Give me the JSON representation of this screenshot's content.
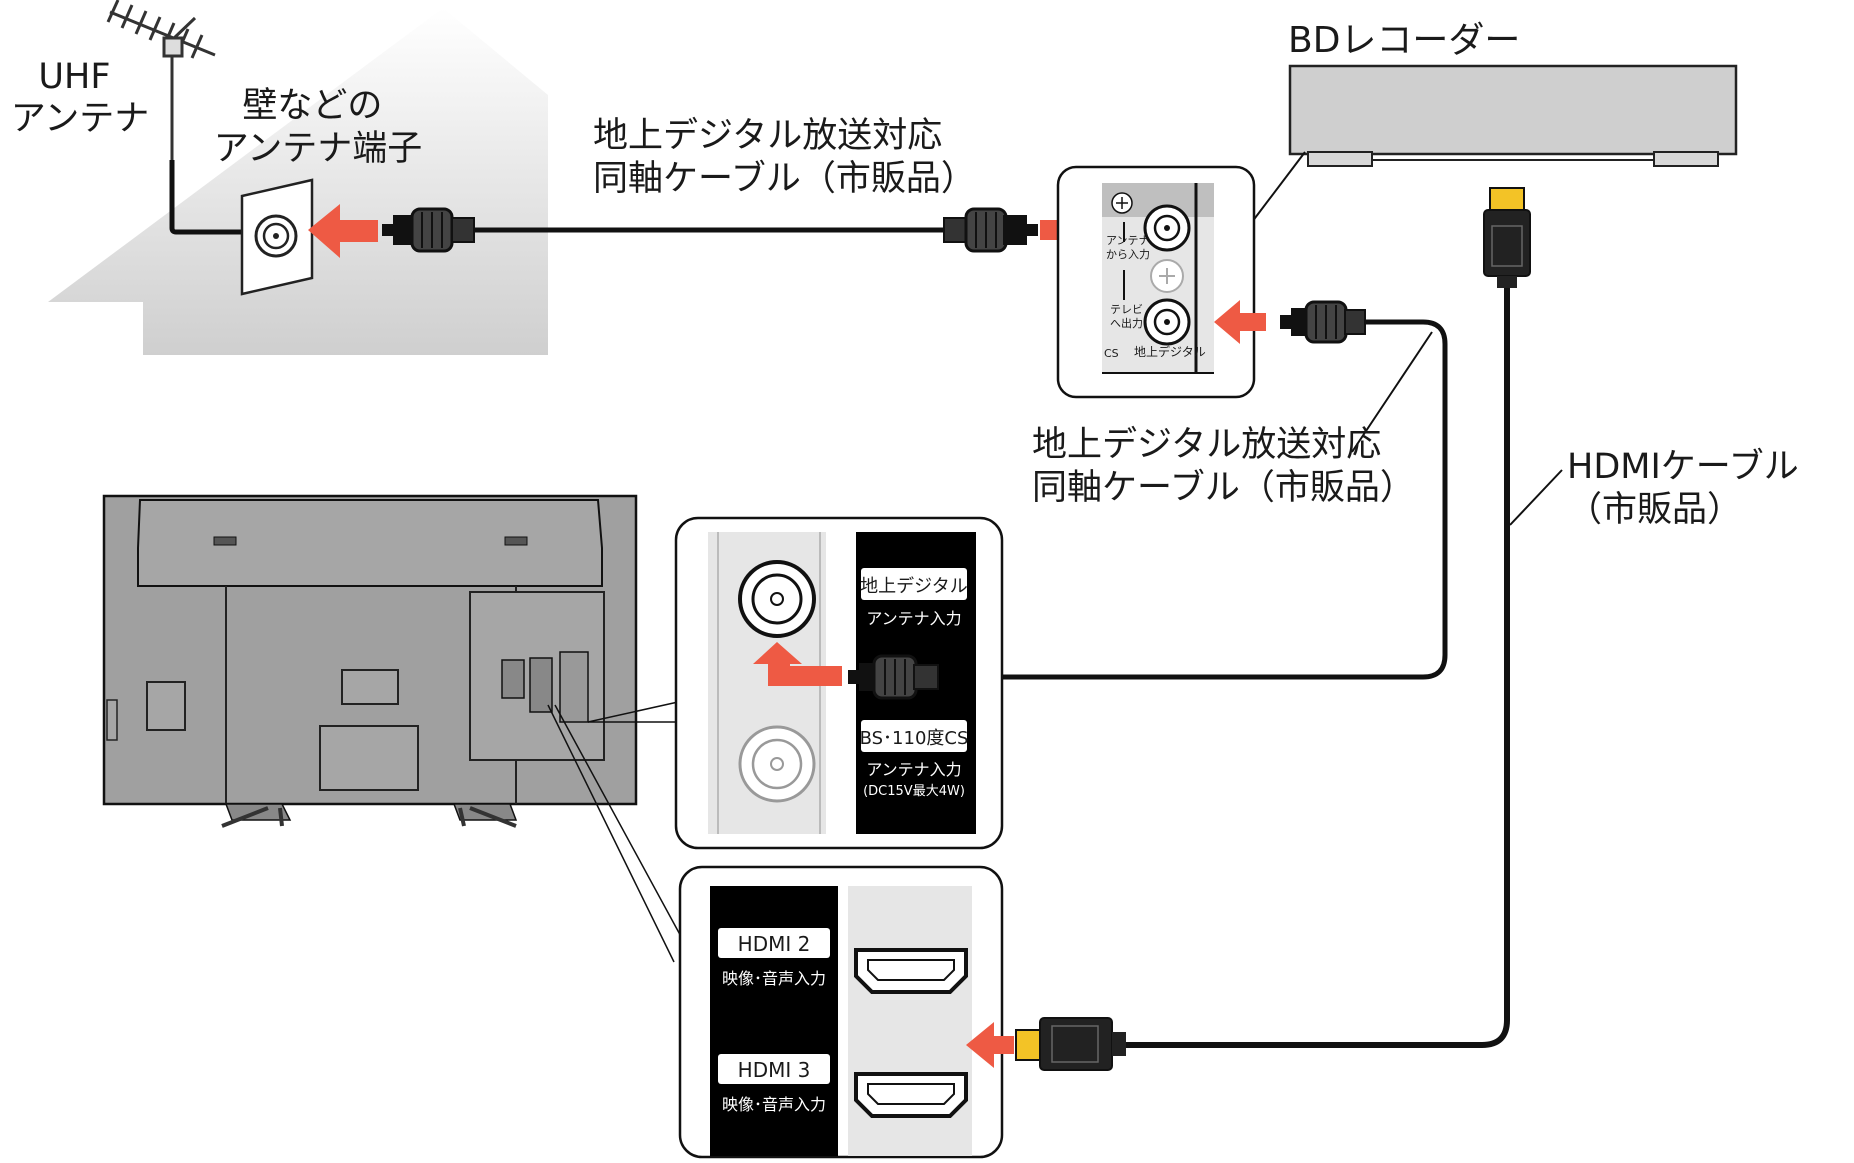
{
  "labels": {
    "uhf_antenna": [
      "UHF",
      "アンテナ"
    ],
    "wall_terminal": [
      "壁などの",
      "アンテナ端子"
    ],
    "coax_cable_top": [
      "地上デジタル放送対応",
      "同軸ケーブル（市販品）"
    ],
    "coax_cable_mid": [
      "地上デジタル放送対応",
      "同軸ケーブル（市販品）"
    ],
    "bd_recorder": "BDレコーダー",
    "hdmi_cable": [
      "HDMIケーブル",
      "（市販品）"
    ]
  },
  "recorder_panel": {
    "antenna_in": [
      "アンテナ",
      "から入力"
    ],
    "tv_out": [
      "テレビ",
      "へ出力"
    ],
    "terrestrial": "地上デジタル",
    "cs_fragment": "CS"
  },
  "tv_antenna_panel": {
    "terrestrial_title": "地上デジタル",
    "terrestrial_sub": "アンテナ入力",
    "bs_title": "BS･110度CS",
    "bs_sub": "アンテナ入力",
    "bs_note": "(DC15V最大4W)"
  },
  "tv_hdmi_panel": {
    "hdmi2_title": "HDMI 2",
    "hdmi2_sub": "映像･音声入力",
    "hdmi3_title": "HDMI 3",
    "hdmi3_sub": "映像･音声入力"
  },
  "colors": {
    "arrow": "#ee5a44",
    "cable": "#111111",
    "hdmi_tip": "#f3c326",
    "recorder_body": "#cfcfcf",
    "tv_body": "#a0a0a0",
    "port_panel_dark": "#000000",
    "port_panel_light": "#e6e6e6"
  }
}
